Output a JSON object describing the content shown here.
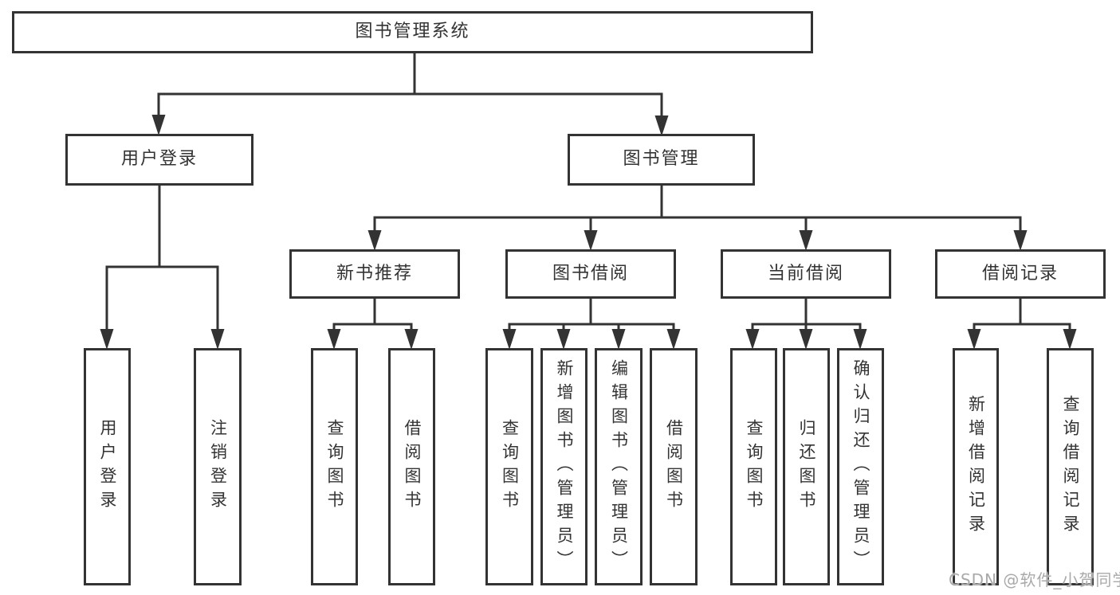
{
  "style": {
    "background": "#ffffff",
    "line_color": "#333333",
    "box_border_color": "#333333",
    "text_color": "#333333",
    "watermark_color": "#a9a9a9"
  },
  "tree": {
    "root": {
      "label": "图书管理系统",
      "children": [
        {
          "label": "用户登录",
          "children": [
            {
              "label": "用户登录"
            },
            {
              "label": "注销登录"
            }
          ]
        },
        {
          "label": "图书管理",
          "children": [
            {
              "label": "新书推荐",
              "children": [
                {
                  "label": "查询图书"
                },
                {
                  "label": "借阅图书"
                }
              ]
            },
            {
              "label": "图书借阅",
              "children": [
                {
                  "label": "查询图书"
                },
                {
                  "label": "新增图书（管理员）"
                },
                {
                  "label": "编辑图书（管理员）"
                },
                {
                  "label": "借阅图书"
                }
              ]
            },
            {
              "label": "当前借阅",
              "children": [
                {
                  "label": "查询图书"
                },
                {
                  "label": "归还图书"
                },
                {
                  "label": "确认归还（管理员）"
                }
              ]
            },
            {
              "label": "借阅记录",
              "children": [
                {
                  "label": "新增借阅记录"
                },
                {
                  "label": "查询借阅记录"
                }
              ]
            }
          ]
        }
      ]
    }
  },
  "watermark": {
    "text": "CSDN @软件_小贺同学"
  }
}
